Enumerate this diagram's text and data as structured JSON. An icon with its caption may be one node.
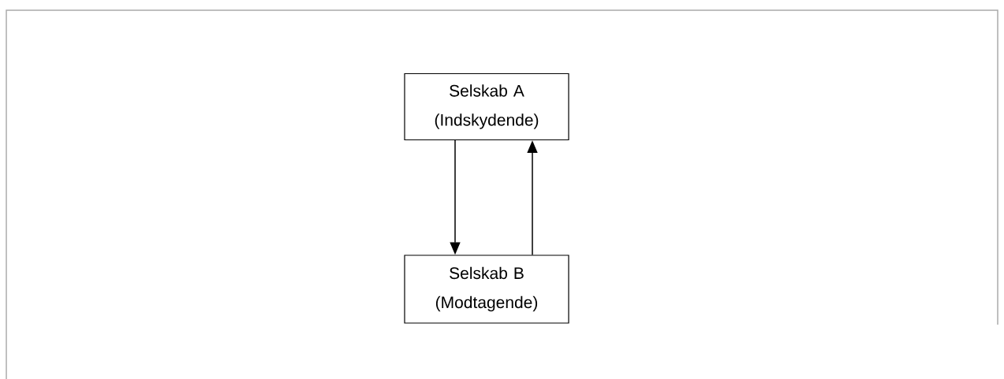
{
  "diagram": {
    "nodes": [
      {
        "text": [
          "Selskab A (Indskydende)"
        ]
      },
      {
        "text": [
          "Selskab B (Modtagende)"
        ]
      }
    ],
    "edges": [
      {
        "from": 0,
        "to": 1,
        "arrow": "to"
      },
      {
        "from": 1,
        "to": 0,
        "arrow": "to"
      }
    ]
  }
}
